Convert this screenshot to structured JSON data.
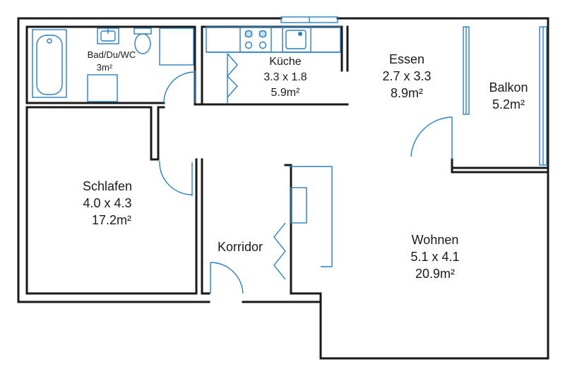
{
  "rooms": {
    "bad": {
      "name": "Bad/Du/WC",
      "area": "3m²"
    },
    "kueche": {
      "name": "Küche",
      "dims": "3.3 x 1.8",
      "area": "5.9m²"
    },
    "essen": {
      "name": "Essen",
      "dims": "2.7 x 3.3",
      "area": "8.9m²"
    },
    "balkon": {
      "name": "Balkon",
      "area": "5.2m²"
    },
    "schlafen": {
      "name": "Schlafen",
      "dims": "4.0 x 4.3",
      "area": "17.2m²"
    },
    "korridor": {
      "name": "Korridor"
    },
    "wohnen": {
      "name": "Wohnen",
      "dims": "5.1 x 4.1",
      "area": "20.9m²"
    }
  },
  "colors": {
    "wall": "#1a1a1a",
    "fixture": "#2a7fc1",
    "background": "#ffffff"
  }
}
